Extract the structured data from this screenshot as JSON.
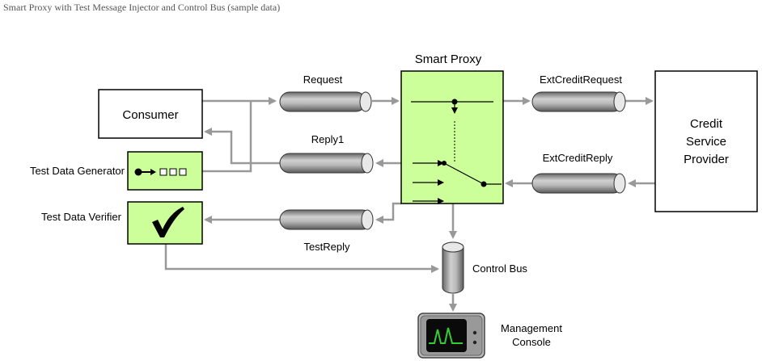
{
  "caption": "Smart Proxy with Test Message Injector and Control Bus (sample data)",
  "nodes": {
    "consumer": "Consumer",
    "test_data_generator": "Test Data Generator",
    "test_data_verifier": "Test Data Verifier",
    "smart_proxy": "Smart Proxy",
    "credit_service_provider": [
      "Credit",
      "Service",
      "Provider"
    ],
    "control_bus": "Control Bus",
    "management_console": [
      "Management",
      "Console"
    ]
  },
  "channels": {
    "request": "Request",
    "reply1": "Reply1",
    "test_reply": "TestReply",
    "ext_credit_request": "ExtCreditRequest",
    "ext_credit_reply": "ExtCreditReply"
  },
  "colors": {
    "component_fill": "#ccff99",
    "line": "#999999",
    "channel_dark": "#808080",
    "channel_light": "#d9d9d9",
    "console_trace": "#33cc33"
  },
  "icons": {
    "generator": "generator-dots-icon",
    "verifier": "checkmark-icon",
    "console": "monitor-icon"
  }
}
